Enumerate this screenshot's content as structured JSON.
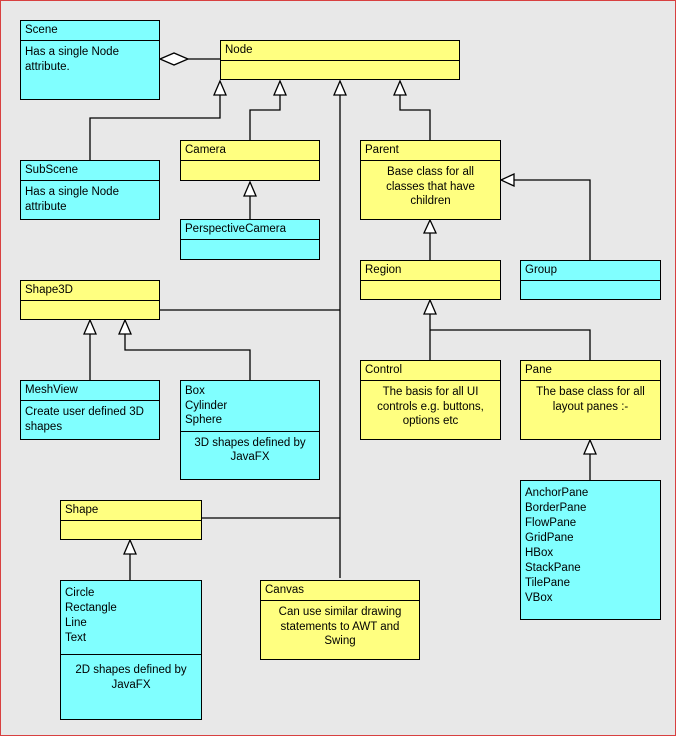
{
  "classes": {
    "scene": {
      "name": "Scene",
      "desc": [
        "Has a single Node",
        "attribute."
      ]
    },
    "node": {
      "name": "Node"
    },
    "subscene": {
      "name": "SubScene",
      "desc": [
        "Has a single Node",
        "attribute"
      ]
    },
    "camera": {
      "name": "Camera"
    },
    "perspective_camera": {
      "name": "PerspectiveCamera"
    },
    "parent": {
      "name": "Parent",
      "desc": [
        "Base class for all",
        "classes that have",
        "children"
      ]
    },
    "region": {
      "name": "Region"
    },
    "group": {
      "name": "Group"
    },
    "shape3d": {
      "name": "Shape3D"
    },
    "meshview": {
      "name": "MeshView",
      "desc": [
        "Create user defined 3D",
        "shapes"
      ]
    },
    "box3d": {
      "lines": [
        "Box",
        "Cylinder",
        "Sphere"
      ],
      "desc": [
        "3D shapes defined by",
        "JavaFX"
      ]
    },
    "control": {
      "name": "Control",
      "desc": [
        "The basis for all UI",
        "controls e.g. buttons,",
        "options etc"
      ]
    },
    "pane": {
      "name": "Pane",
      "desc": [
        "The base class for all",
        "layout panes :-"
      ]
    },
    "panes_list": {
      "lines": [
        "AnchorPane",
        "BorderPane",
        "FlowPane",
        "GridPane",
        "HBox",
        "StackPane",
        "TilePane",
        "VBox"
      ]
    },
    "shape": {
      "name": "Shape"
    },
    "shapes2d": {
      "lines": [
        "Circle",
        "Rectangle",
        "Line",
        "Text"
      ],
      "desc": [
        "2D shapes defined by",
        "JavaFX"
      ]
    },
    "canvas": {
      "name": "Canvas",
      "desc": [
        "Can use similar drawing",
        "statements  to AWT and",
        "Swing"
      ]
    }
  },
  "colors": {
    "yellow": "#ffff80",
    "cyan": "#80ffff",
    "background": "#e8e8e8",
    "frame": "#d84040"
  }
}
